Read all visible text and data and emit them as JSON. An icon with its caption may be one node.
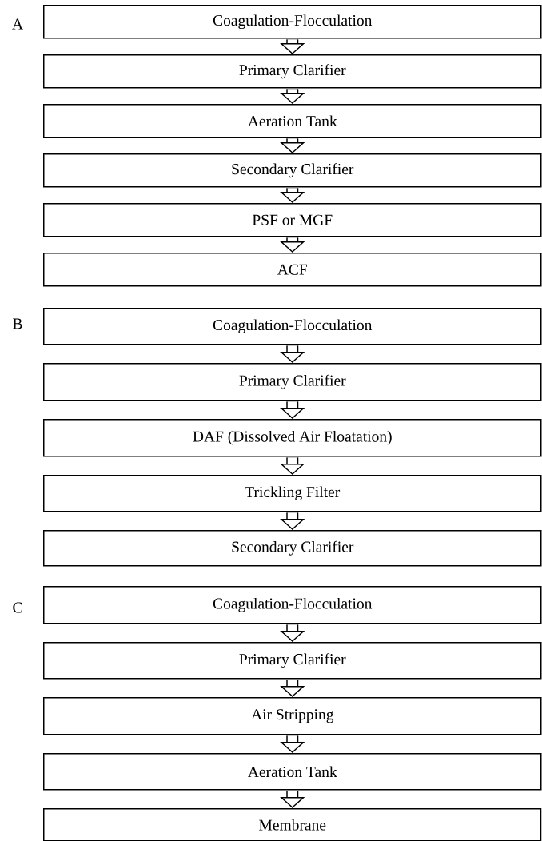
{
  "diagram": {
    "nodes": [
      {
        "text": [
          "Coagulation-Flocculation"
        ]
      },
      {
        "text": [
          "Primary Clarifier"
        ]
      },
      {
        "text": [
          "Aeration Tank"
        ]
      },
      {
        "text": [
          "Secondary Clarifier"
        ]
      },
      {
        "text": [
          "PSF or MGF"
        ]
      },
      {
        "text": [
          "ACF"
        ]
      },
      {
        "text": [
          "Coagulation-Flocculation"
        ]
      },
      {
        "text": [
          "Primary Clarifier"
        ]
      },
      {
        "text": [
          "DAF (Dissolved Air Floatation)"
        ]
      },
      {
        "text": [
          "Trickling Filter"
        ]
      },
      {
        "text": [
          "Secondary Clarifier"
        ]
      },
      {
        "text": [
          "Coagulation-Flocculation"
        ]
      },
      {
        "text": [
          "Primary Clarifier"
        ]
      },
      {
        "text": [
          "Air Stripping"
        ]
      },
      {
        "text": [
          "Aeration Tank"
        ]
      },
      {
        "text": [
          "Membrane"
        ]
      }
    ],
    "edges": [
      {
        "from": 0,
        "to": 1,
        "arrow": "to"
      },
      {
        "from": 1,
        "to": 2,
        "arrow": "to"
      },
      {
        "from": 2,
        "to": 3,
        "arrow": "to"
      },
      {
        "from": 3,
        "to": 4,
        "arrow": "to"
      },
      {
        "from": 4,
        "to": 5,
        "arrow": "to"
      },
      {
        "from": 6,
        "to": 7,
        "arrow": "to"
      },
      {
        "from": 7,
        "to": 8,
        "arrow": "to"
      },
      {
        "from": 8,
        "to": 9,
        "arrow": "to"
      },
      {
        "from": 9,
        "to": 10,
        "arrow": "to"
      },
      {
        "from": 11,
        "to": 12,
        "arrow": "to"
      },
      {
        "from": 12,
        "to": 13,
        "arrow": "to"
      },
      {
        "from": 13,
        "to": 14,
        "arrow": "to"
      },
      {
        "from": 14,
        "to": 15,
        "arrow": "to"
      }
    ],
    "labels": [
      "A",
      "B",
      "C"
    ]
  }
}
